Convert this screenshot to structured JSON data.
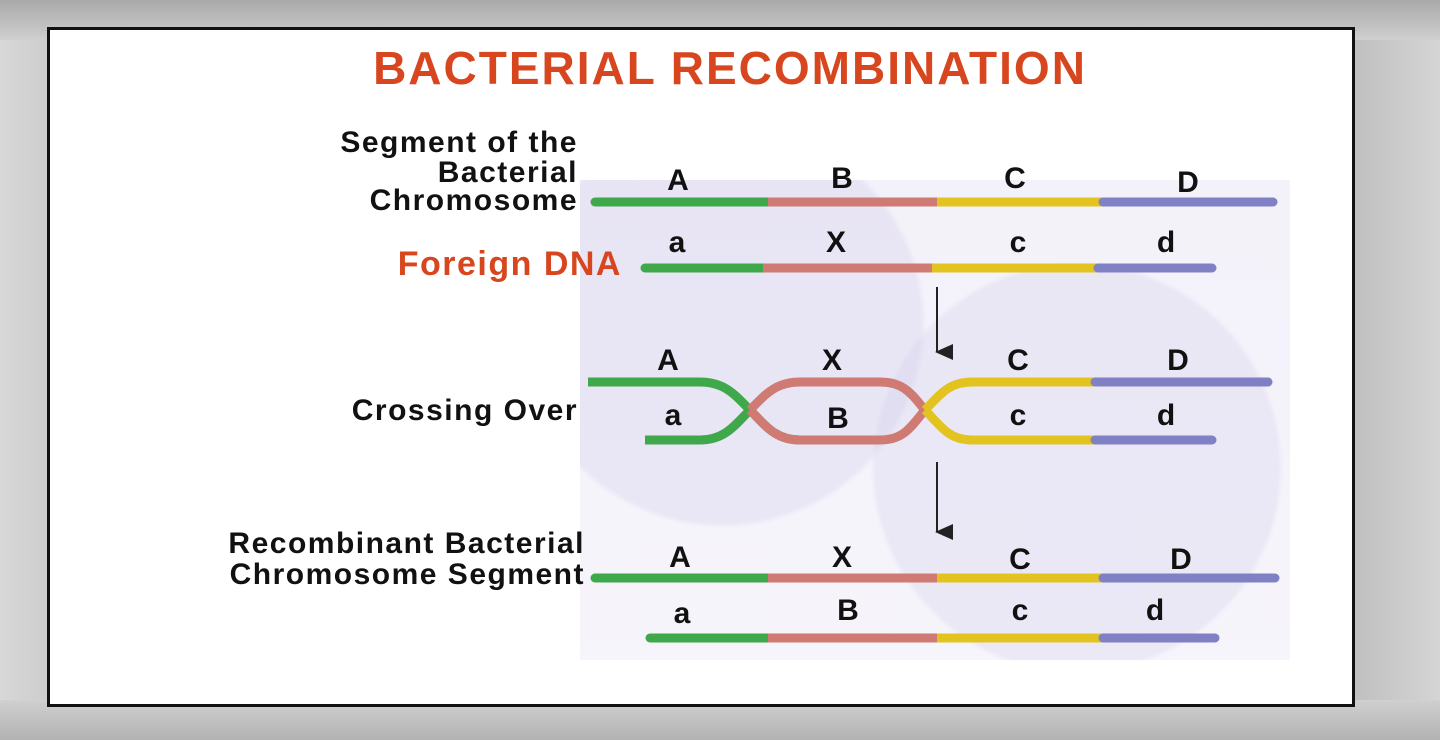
{
  "title": "BACTERIAL RECOMBINATION",
  "side_labels": {
    "segment_line1": "Segment of the",
    "segment_line2": "Bacterial",
    "segment_line3": "Chromosome",
    "foreign": "Foreign DNA",
    "crossing": "Crossing Over",
    "recombinant_line1": "Recombinant Bacterial",
    "recombinant_line2": "Chromosome Segment"
  },
  "segment_colors": {
    "green": "#3fa84a",
    "red": "#cf7b74",
    "yellow": "#e3c320",
    "blue": "#8080c4"
  },
  "row1": [
    "A",
    "B",
    "C",
    "D"
  ],
  "row2": [
    "a",
    "X",
    "c",
    "d"
  ],
  "row3_top": [
    "A",
    "X",
    "C",
    "D"
  ],
  "row3_bottom": [
    "a",
    "B",
    "c",
    "d"
  ],
  "row4_top": [
    "A",
    "X",
    "C",
    "D"
  ],
  "row4_bottom": [
    "a",
    "B",
    "c",
    "d"
  ]
}
